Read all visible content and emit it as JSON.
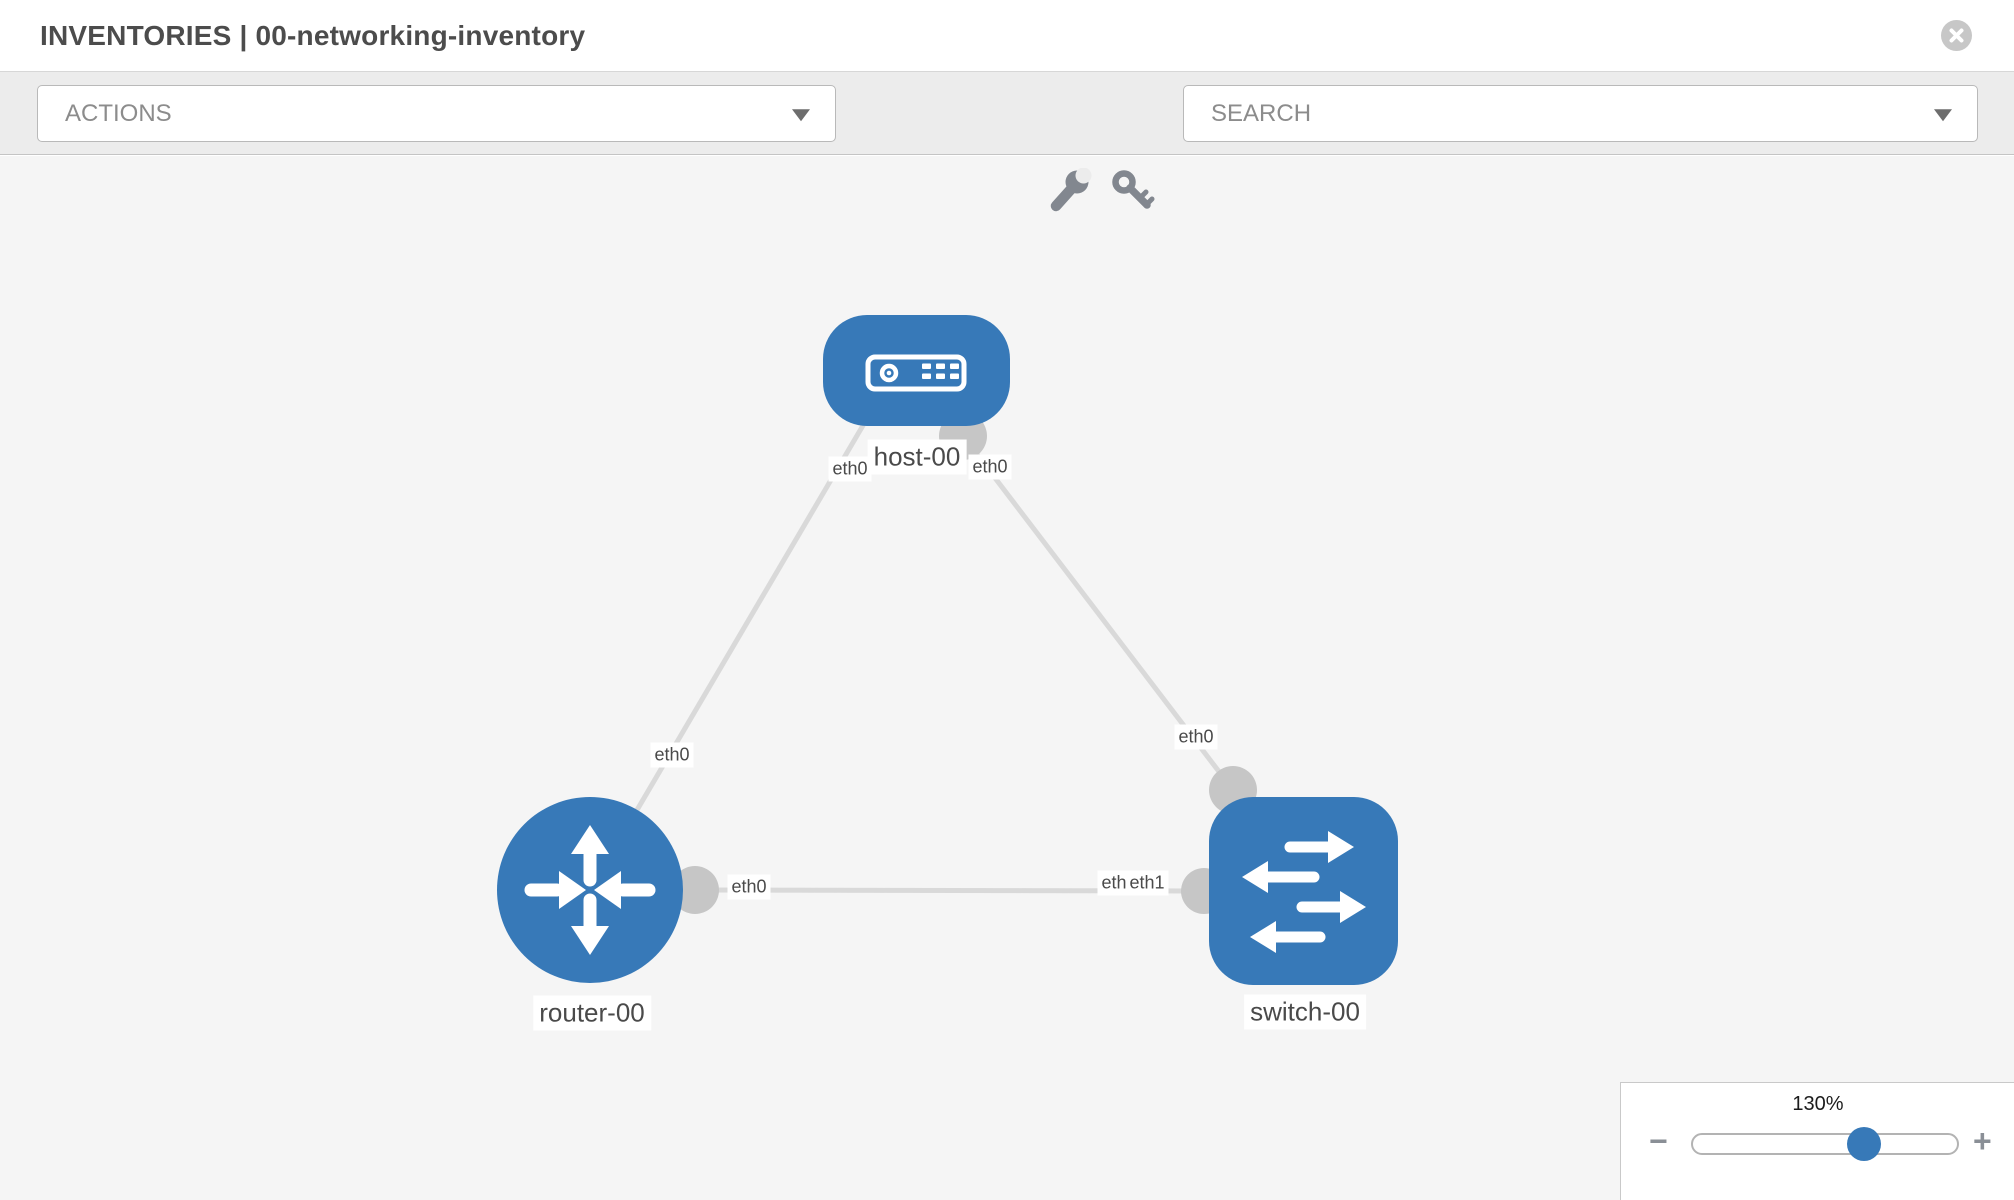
{
  "header": {
    "title": "INVENTORIES | 00-networking-inventory",
    "close_icon": "circle-x"
  },
  "toolbar": {
    "actions_label": "ACTIONS",
    "search_label": "SEARCH",
    "icons": [
      "wrench-icon",
      "key-icon"
    ]
  },
  "topology": {
    "nodes": [
      {
        "label": "host-00",
        "type": "host"
      },
      {
        "label": "router-00",
        "type": "router"
      },
      {
        "label": "switch-00",
        "type": "switch"
      }
    ],
    "links": [
      {
        "from": "router-00",
        "to": "host-00"
      },
      {
        "from": "switch-00",
        "to": "host-00"
      },
      {
        "from": "router-00",
        "to": "switch-00"
      }
    ],
    "iface_labels": [
      {
        "id": "host-left",
        "text": "eth0"
      },
      {
        "id": "host-right",
        "text": "eth0"
      },
      {
        "id": "link-router-host",
        "text": "eth0"
      },
      {
        "id": "link-switch-host",
        "text": "eth0"
      },
      {
        "id": "router-side",
        "text": "eth0"
      },
      {
        "id": "switch-side-under",
        "text": "eth0"
      },
      {
        "id": "switch-side-over",
        "text": "eth1"
      }
    ]
  },
  "zoom_panel": {
    "level": "130%",
    "minus_label": "−",
    "plus_label": "+"
  },
  "colors": {
    "node_blue": "#3779b8",
    "link_gray": "#d9d9d9",
    "connector_gray": "#c6c6c6",
    "canvas_bg": "#f5f5f5",
    "toolbar_bg": "#ececec"
  }
}
